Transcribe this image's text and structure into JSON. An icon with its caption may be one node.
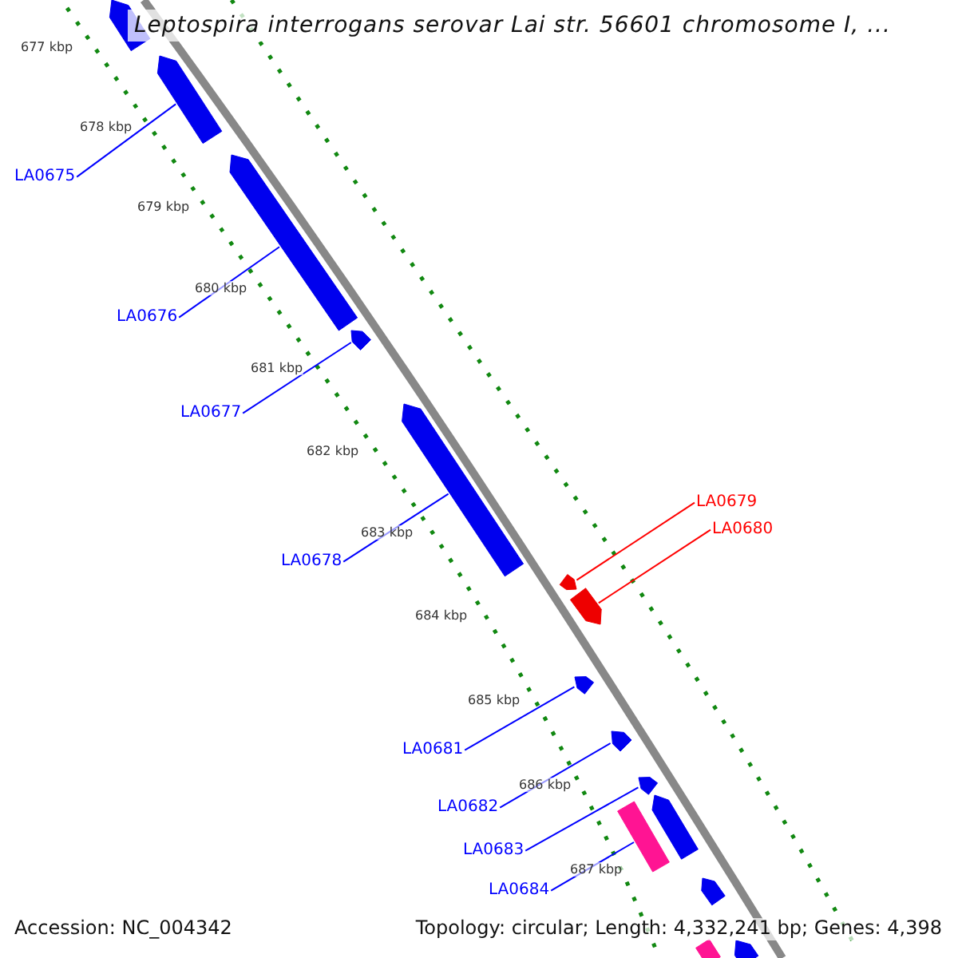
{
  "diagram": {
    "title": "Leptospira interrogans serovar Lai str. 56601 chromosome I, ...",
    "nodes": [
      {
        "text": [
          "LA0675"
        ]
      },
      {
        "text": [
          "LA0676"
        ]
      },
      {
        "text": [
          "LA0677"
        ]
      },
      {
        "text": [
          "LA0678"
        ]
      },
      {
        "text": [
          "LA0679"
        ]
      },
      {
        "text": [
          "LA0680"
        ]
      },
      {
        "text": [
          "LA0681"
        ]
      },
      {
        "text": [
          "LA0682"
        ]
      },
      {
        "text": [
          "LA0683"
        ]
      },
      {
        "text": [
          "LA0684"
        ]
      },
      {
        "text": [],
        "shape": "bar"
      },
      {
        "text": [],
        "shape": "bar"
      },
      {
        "text": [],
        "shape": "bar"
      },
      {
        "text": [],
        "shape": "bar"
      },
      {
        "text": [],
        "shape": "bar"
      },
      {
        "text": [],
        "shape": "bar"
      },
      {
        "text": [],
        "shape": "bar"
      },
      {
        "text": [],
        "shape": "bar"
      },
      {
        "text": [],
        "shape": "bar"
      },
      {
        "text": [],
        "shape": "bar"
      },
      {
        "text": [],
        "shape": "bar"
      },
      {
        "text": [],
        "shape": "bar"
      },
      {
        "text": [],
        "shape": "bar"
      },
      {
        "text": [],
        "shape": "bar"
      },
      {
        "text": [],
        "shape": "bar"
      }
    ],
    "edges": [
      {
        "from": 0,
        "to": 11,
        "arrow": "none"
      },
      {
        "from": 1,
        "to": 12,
        "arrow": "none"
      },
      {
        "from": 2,
        "to": 13,
        "arrow": "none"
      },
      {
        "from": 3,
        "to": 14,
        "arrow": "none"
      },
      {
        "from": 4,
        "to": 15,
        "arrow": "none",
        "color": "#ff0000"
      },
      {
        "from": 5,
        "to": 16,
        "arrow": "none",
        "color": "#ff0000"
      },
      {
        "from": 6,
        "to": 17,
        "arrow": "none"
      },
      {
        "from": 7,
        "to": 18,
        "arrow": "none"
      },
      {
        "from": 8,
        "to": 19,
        "arrow": "none"
      },
      {
        "from": 9,
        "to": 20,
        "arrow": "none"
      }
    ],
    "labels": [
      "677 kbp",
      "678 kbp",
      "679 kbp",
      "680 kbp",
      "681 kbp",
      "682 kbp",
      "683 kbp",
      "684 kbp",
      "685 kbp",
      "686 kbp",
      "687 kbp",
      "Accession: NC_004342",
      "Topology: circular; Length: 4,332,241 bp; Genes: 4,398"
    ]
  }
}
